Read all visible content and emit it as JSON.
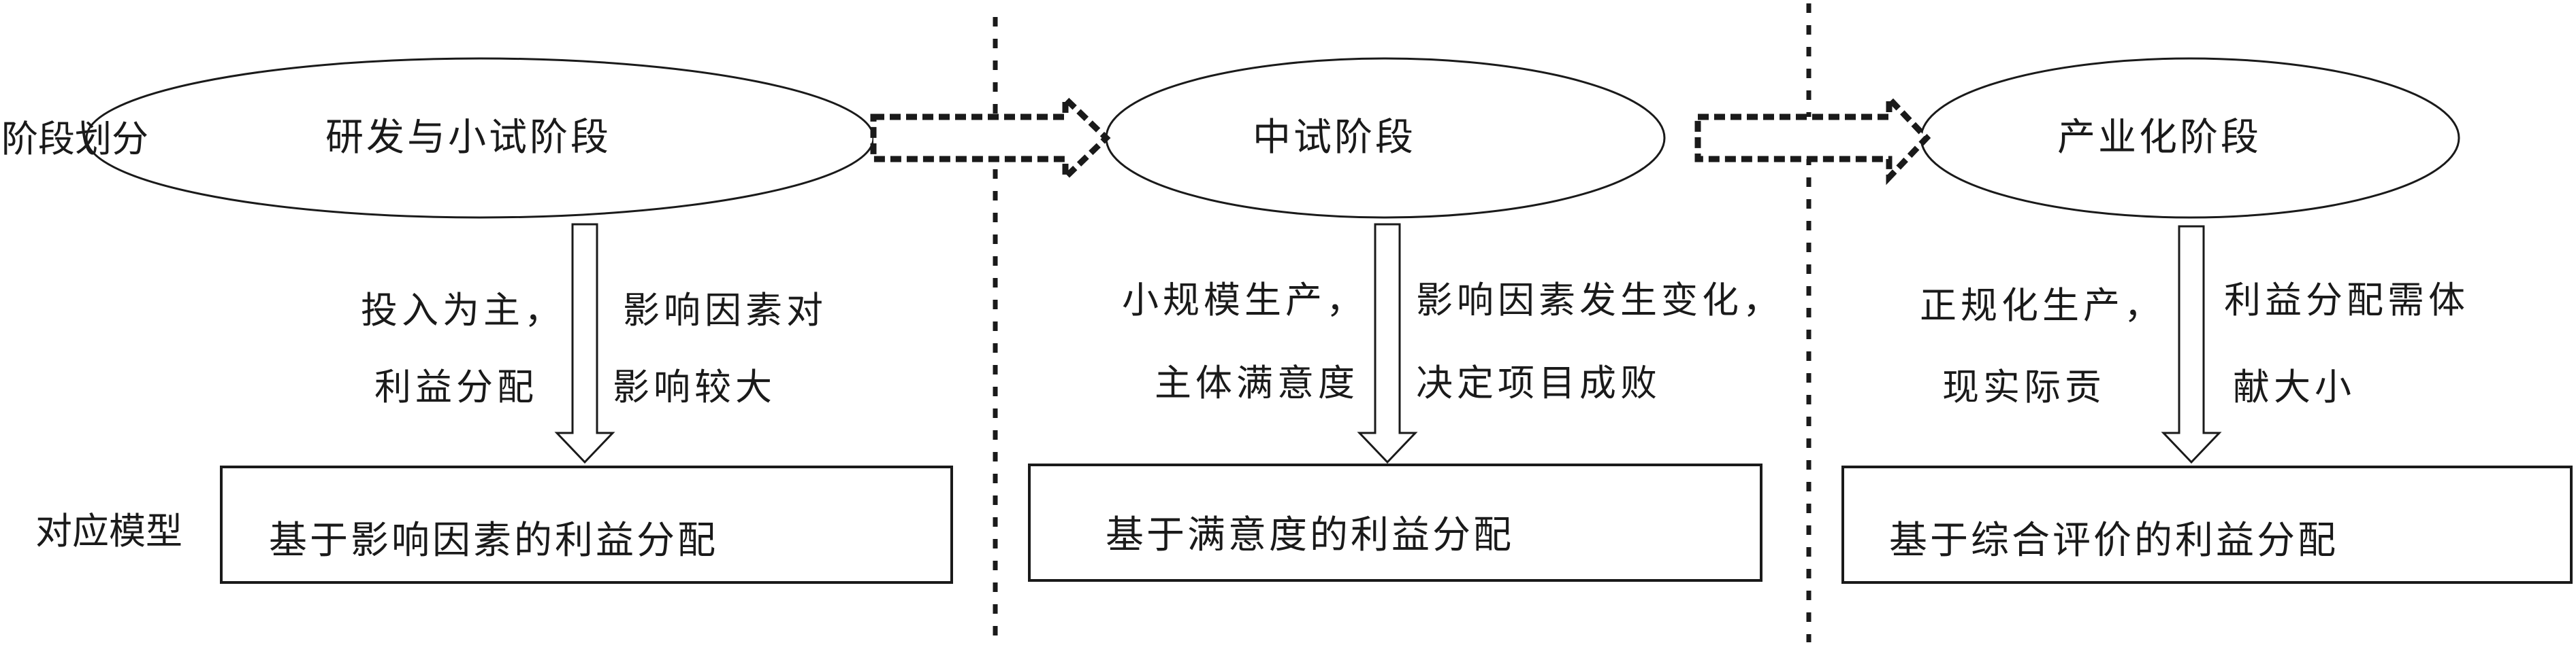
{
  "row_labels": {
    "stage_division": "阶段划分",
    "model": "对应模型"
  },
  "stages": [
    {
      "name": "研发与小试阶段",
      "desc_left": [
        "投入为主，",
        "利益分配"
      ],
      "desc_right": [
        "影响因素对",
        "影响较大"
      ],
      "model": "基于影响因素的利益分配"
    },
    {
      "name": "中试阶段",
      "desc_left": [
        "小规模生产，",
        "主体满意度"
      ],
      "desc_right": [
        "影响因素发生变化，",
        "决定项目成败"
      ],
      "model": "基于满意度的利益分配"
    },
    {
      "name": "产业化阶段",
      "desc_left": [
        "正规化生产，",
        "现实际贡"
      ],
      "desc_right": [
        "利益分配需体",
        "献大小"
      ],
      "model": "基于综合评价的利益分配"
    }
  ],
  "colors": {
    "line": "#1a1a1a",
    "background": "#ffffff"
  }
}
